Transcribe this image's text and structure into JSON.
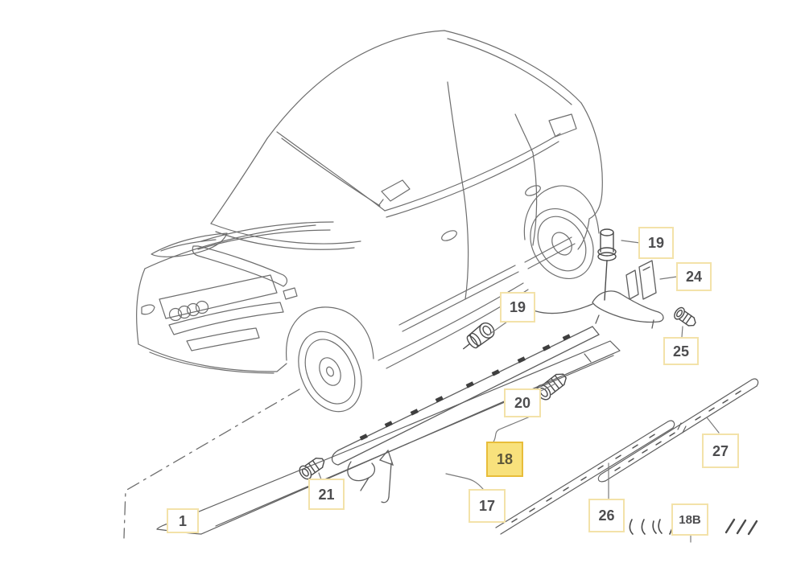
{
  "diagram": {
    "description": "Audi A2 side sill / protective molding parts diagram",
    "background": "#ffffff",
    "line_color": "#6e6e6e",
    "callout_default_bg": "#ffffff",
    "callout_default_border": "#f3e2a9",
    "callout_highlight_bg": "#f8e17c",
    "callout_highlight_border": "#e8bd3a",
    "callout_text_color": "#4d4d4f"
  },
  "callouts": {
    "c19_top": {
      "text": "19",
      "highlighted": false
    },
    "c24": {
      "text": "24",
      "highlighted": false
    },
    "c25": {
      "text": "25",
      "highlighted": false
    },
    "c19_mid": {
      "text": "19",
      "highlighted": false
    },
    "c20": {
      "text": "20",
      "highlighted": false
    },
    "c18": {
      "text": "18",
      "highlighted": true
    },
    "c27": {
      "text": "27",
      "highlighted": false
    },
    "c21": {
      "text": "21",
      "highlighted": false
    },
    "c17": {
      "text": "17",
      "highlighted": false
    },
    "c26": {
      "text": "26",
      "highlighted": false
    },
    "c1": {
      "text": "1",
      "highlighted": false
    },
    "c18b": {
      "text": "18B",
      "highlighted": false
    }
  }
}
